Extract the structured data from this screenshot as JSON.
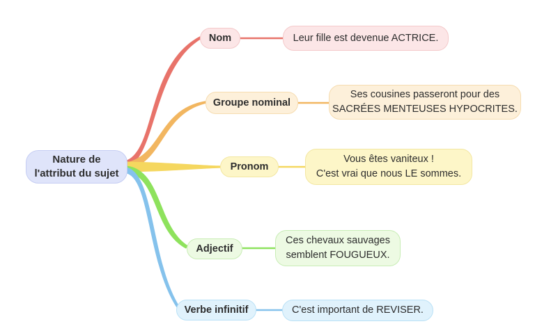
{
  "diagram": {
    "root": {
      "label": "Nature de\nl'attribut du sujet",
      "fill": "#dfe4fa",
      "border": "#c5cdf3"
    },
    "branches": [
      {
        "id": "nom",
        "label": "Nom",
        "example": "Leur fille est devenue ACTRICE.",
        "line_color": "#e8736a",
        "node_fill": "#fce6e7",
        "node_border": "#f4c9ca"
      },
      {
        "id": "groupe-nominal",
        "label": "Groupe nominal",
        "example": "Ses cousines passeront pour des\nSACRÉES MENTEUSES HYPOCRITES.",
        "line_color": "#f2b660",
        "node_fill": "#fdf0da",
        "node_border": "#f6dcb0"
      },
      {
        "id": "pronom",
        "label": "Pronom",
        "example": "Vous êtes vaniteux !\nC'est vrai que nous LE sommes.",
        "line_color": "#f5d75f",
        "node_fill": "#fdf6c8",
        "node_border": "#f3e7a2"
      },
      {
        "id": "adjectif",
        "label": "Adjectif",
        "example": "Ces chevaux sauvages\nsemblent FOUGUEUX.",
        "line_color": "#8ee25d",
        "node_fill": "#edfae3",
        "node_border": "#c8edb5"
      },
      {
        "id": "verbe-infinitif",
        "label": "Verbe infinitif",
        "example": "C'est important de REVISER.",
        "line_color": "#85c2ec",
        "node_fill": "#e0f2fc",
        "node_border": "#b9e1f6"
      }
    ]
  }
}
